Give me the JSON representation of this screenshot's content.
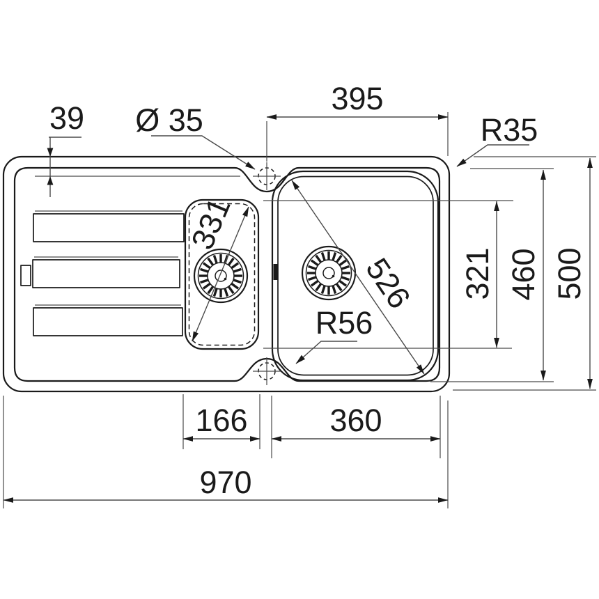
{
  "drawing": {
    "labels": {
      "edge_to_taphole": "39",
      "taphole_diameter": "Ø 35",
      "taphole_to_edge": "395",
      "outer_corner_radius": "R35",
      "small_bowl_diagonal": "331",
      "main_bowl_diagonal": "526",
      "bowl_corner_radius": "R56",
      "bowl_height": "321",
      "inner_height": "460",
      "overall_height": "500",
      "small_bowl_width": "166",
      "main_bowl_width": "360",
      "overall_width": "970"
    },
    "colors": {
      "outline": "#1a1a1a",
      "dimension": "#4a4a4a",
      "background": "#ffffff"
    }
  }
}
